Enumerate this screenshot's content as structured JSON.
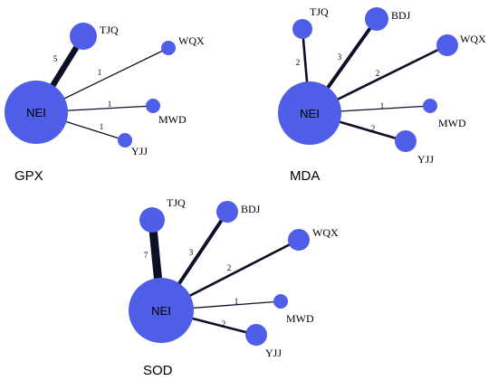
{
  "colors": {
    "node": "#4f5ee6",
    "edge": "#0d0f26",
    "background": "#ffffff"
  },
  "panels": [
    {
      "title": "GPX",
      "hub": "NEI",
      "edges": [
        {
          "target": "TJQ",
          "weight": "5"
        },
        {
          "target": "WQX",
          "weight": "1"
        },
        {
          "target": "MWD",
          "weight": "1"
        },
        {
          "target": "YJJ",
          "weight": "1"
        }
      ]
    },
    {
      "title": "MDA",
      "hub": "NEI",
      "edges": [
        {
          "target": "TJQ",
          "weight": "2"
        },
        {
          "target": "BDJ",
          "weight": "3"
        },
        {
          "target": "WQX",
          "weight": "2"
        },
        {
          "target": "MWD",
          "weight": "1"
        },
        {
          "target": "YJJ",
          "weight": "2"
        }
      ]
    },
    {
      "title": "SOD",
      "hub": "NEI",
      "edges": [
        {
          "target": "TJQ",
          "weight": "7"
        },
        {
          "target": "BDJ",
          "weight": "3"
        },
        {
          "target": "WQX",
          "weight": "2"
        },
        {
          "target": "MWD",
          "weight": "1"
        },
        {
          "target": "YJJ",
          "weight": "2"
        }
      ]
    }
  ]
}
